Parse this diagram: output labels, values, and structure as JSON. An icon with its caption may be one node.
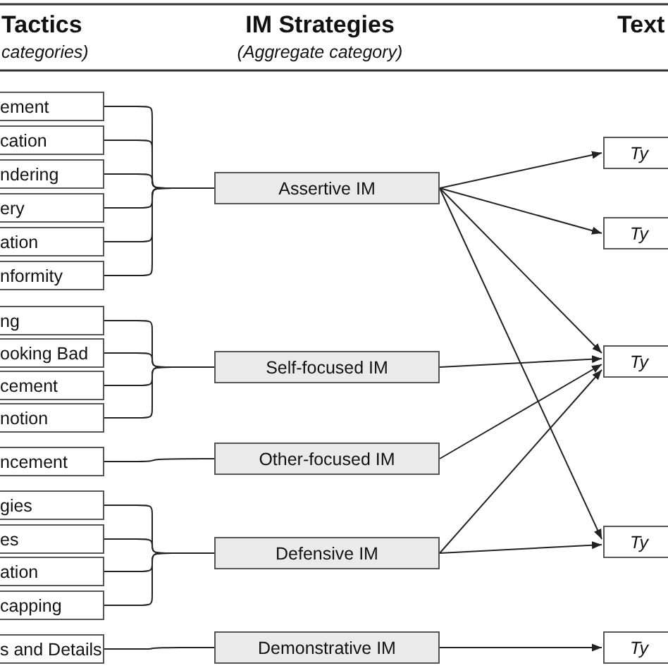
{
  "diagram": {
    "nodes": [
      {
        "text": [
          "ement"
        ]
      },
      {
        "text": [
          "cation"
        ]
      },
      {
        "text": [
          "ndering"
        ]
      },
      {
        "text": [
          "ery"
        ]
      },
      {
        "text": [
          "ation"
        ]
      },
      {
        "text": [
          "nformity"
        ]
      },
      {
        "text": [
          "ng"
        ]
      },
      {
        "text": [
          "ooking Bad"
        ]
      },
      {
        "text": [
          "cement"
        ]
      },
      {
        "text": [
          "notion"
        ]
      },
      {
        "text": [
          "ncement"
        ]
      },
      {
        "text": [
          "gies"
        ]
      },
      {
        "text": [
          "es"
        ]
      },
      {
        "text": [
          "ation"
        ]
      },
      {
        "text": [
          "capping"
        ]
      },
      {
        "text": [
          "s and Details"
        ]
      },
      {
        "text": [
          "Assertive IM"
        ]
      },
      {
        "text": [
          "Self-focused IM"
        ]
      },
      {
        "text": [
          "Other-focused IM"
        ]
      },
      {
        "text": [
          "Defensive IM"
        ]
      },
      {
        "text": [
          "Demonstrative IM"
        ]
      },
      {
        "text": [
          "Ty"
        ]
      },
      {
        "text": [
          "Ty"
        ]
      },
      {
        "text": [
          "Ty"
        ]
      },
      {
        "text": [
          "Ty"
        ]
      },
      {
        "text": [
          "Ty"
        ]
      }
    ],
    "edges": [
      {
        "from": 0,
        "to": 16,
        "arrow": "none"
      },
      {
        "from": 1,
        "to": 16,
        "arrow": "none"
      },
      {
        "from": 2,
        "to": 16,
        "arrow": "none"
      },
      {
        "from": 3,
        "to": 16,
        "arrow": "none"
      },
      {
        "from": 4,
        "to": 16,
        "arrow": "none"
      },
      {
        "from": 5,
        "to": 16,
        "arrow": "none"
      },
      {
        "from": 6,
        "to": 17,
        "arrow": "none"
      },
      {
        "from": 7,
        "to": 17,
        "arrow": "none"
      },
      {
        "from": 8,
        "to": 17,
        "arrow": "none"
      },
      {
        "from": 9,
        "to": 17,
        "arrow": "none"
      },
      {
        "from": 10,
        "to": 18,
        "arrow": "none"
      },
      {
        "from": 11,
        "to": 19,
        "arrow": "none"
      },
      {
        "from": 12,
        "to": 19,
        "arrow": "none"
      },
      {
        "from": 13,
        "to": 19,
        "arrow": "none"
      },
      {
        "from": 14,
        "to": 19,
        "arrow": "none"
      },
      {
        "from": 15,
        "to": 20,
        "arrow": "none"
      },
      {
        "from": 16,
        "to": 21,
        "arrow": "to"
      },
      {
        "from": 16,
        "to": 22,
        "arrow": "to"
      },
      {
        "from": 16,
        "to": 23,
        "arrow": "to"
      },
      {
        "from": 16,
        "to": 24,
        "arrow": "to"
      },
      {
        "from": 17,
        "to": 23,
        "arrow": "to"
      },
      {
        "from": 18,
        "to": 23,
        "arrow": "to"
      },
      {
        "from": 19,
        "to": 23,
        "arrow": "to"
      },
      {
        "from": 19,
        "to": 24,
        "arrow": "to"
      },
      {
        "from": 20,
        "to": 25,
        "arrow": "to"
      }
    ],
    "labels": [
      "Tactics",
      "categories)",
      "IM Strategies",
      "(Aggregate category)",
      "Text"
    ]
  }
}
